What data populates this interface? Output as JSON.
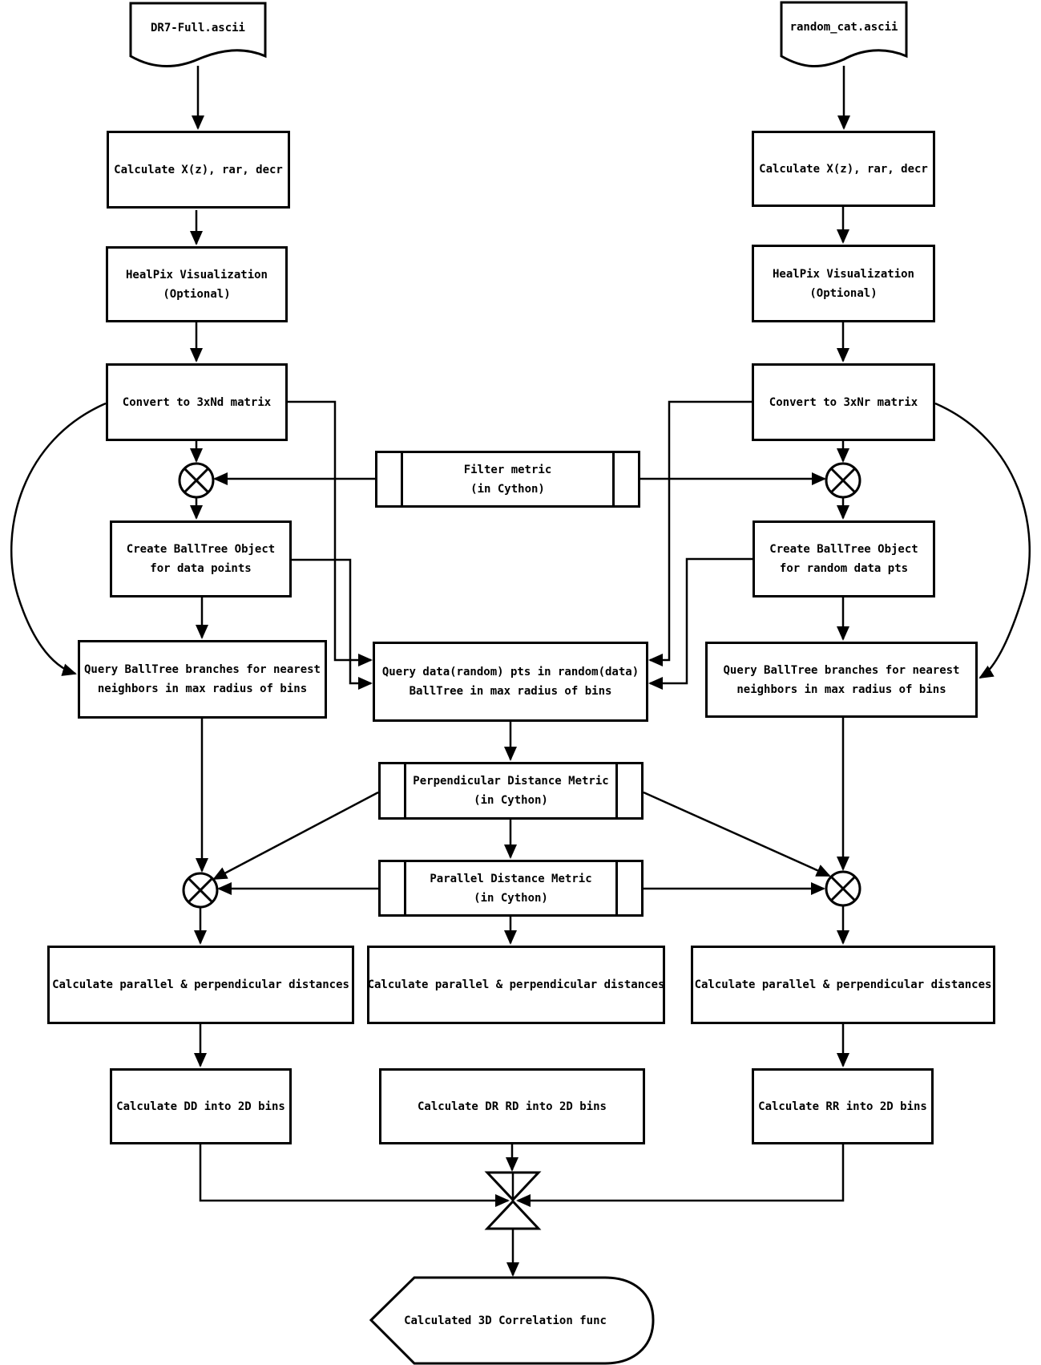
{
  "diagram": {
    "colors": {
      "background": "#ffffff",
      "line": "#000000",
      "box_fill": "#ffffff"
    },
    "symbols": {
      "otimes": "circled-times-combine (circle with X)",
      "bowtie": "bowtie-merge (hourglass join)",
      "document": "wavy-bottom document / file shape",
      "display": "pointed-left rounded-right display shape"
    },
    "nodes": {
      "input_left": {
        "label": "DR7-Full.ascii"
      },
      "input_right": {
        "label": "random_cat.ascii"
      },
      "calc_xz_left": {
        "lines": [
          "Calculate X(z), rar, decr"
        ]
      },
      "calc_xz_right": {
        "lines": [
          "Calculate X(z), rar, decr"
        ]
      },
      "healpix_left": {
        "lines": [
          "HealPix Visualization",
          "(Optional)"
        ]
      },
      "healpix_right": {
        "lines": [
          "HealPix Visualization",
          "(Optional)"
        ]
      },
      "convert_left": {
        "lines": [
          "Convert to 3xNd matrix"
        ]
      },
      "convert_right": {
        "lines": [
          "Convert to 3xNr matrix"
        ]
      },
      "filter_metric": {
        "lines": [
          "Filter metric",
          "(in Cython)"
        ]
      },
      "balltree_left": {
        "lines": [
          "Create BallTree Object",
          "for data points"
        ]
      },
      "balltree_right": {
        "lines": [
          "Create BallTree Object",
          "for random data pts"
        ]
      },
      "query_left": {
        "lines": [
          "Query BallTree branches for nearest",
          "neighbors in max radius of bins"
        ]
      },
      "query_mid": {
        "lines": [
          "Query data(random) pts in random(data)",
          "BallTree in max radius of bins"
        ]
      },
      "query_right": {
        "lines": [
          "Query BallTree branches for nearest",
          "neighbors in max radius of bins"
        ]
      },
      "perp_metric": {
        "lines": [
          "Perpendicular Distance Metric",
          "(in Cython)"
        ]
      },
      "parallel_metric": {
        "lines": [
          "Parallel Distance Metric",
          "(in Cython)"
        ]
      },
      "calc_dist_left": {
        "lines": [
          "Calculate parallel & perpendicular distances"
        ]
      },
      "calc_dist_mid": {
        "lines": [
          "Calculate parallel & perpendicular distances"
        ]
      },
      "calc_dist_right": {
        "lines": [
          "Calculate parallel & perpendicular distances"
        ]
      },
      "calc_dd": {
        "lines": [
          "Calculate DD into 2D bins"
        ]
      },
      "calc_drrd": {
        "lines": [
          "Calculate DR RD into 2D bins"
        ]
      },
      "calc_rr": {
        "lines": [
          "Calculate RR into 2D bins"
        ]
      },
      "output": {
        "label": "Calculated 3D Correlation func"
      }
    }
  }
}
